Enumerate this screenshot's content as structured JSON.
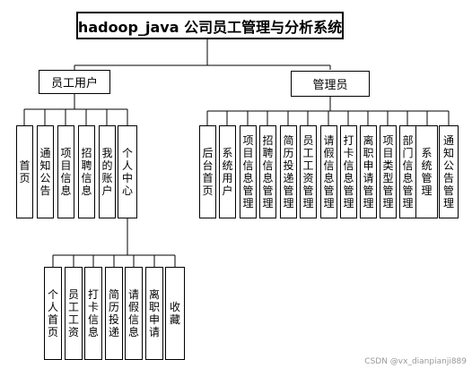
{
  "title": "hadoop_java 公司员工管理与分析系统",
  "employee_branch": {
    "label": "员工用户",
    "items": [
      "首页",
      "通知公告",
      "项目信息",
      "招聘信息",
      "我的账户",
      "个人中心"
    ],
    "personal_center": [
      "个人首页",
      "员工工资",
      "打卡信息",
      "简历投递",
      "请假信息",
      "离职申请",
      "收藏"
    ]
  },
  "admin_branch": {
    "label": "管理员",
    "items": [
      "后台首页",
      "系统用户",
      "项目信息管理",
      "招聘信息管理",
      "简历投递管理",
      "员工工资管理",
      "请假信息管理",
      "打卡信息管理",
      "离职申请管理",
      "项目类型管理",
      "部门信息管理",
      "系统管理",
      "通知公告管理"
    ]
  },
  "watermark": "CSDN @vx_dianpianji889"
}
